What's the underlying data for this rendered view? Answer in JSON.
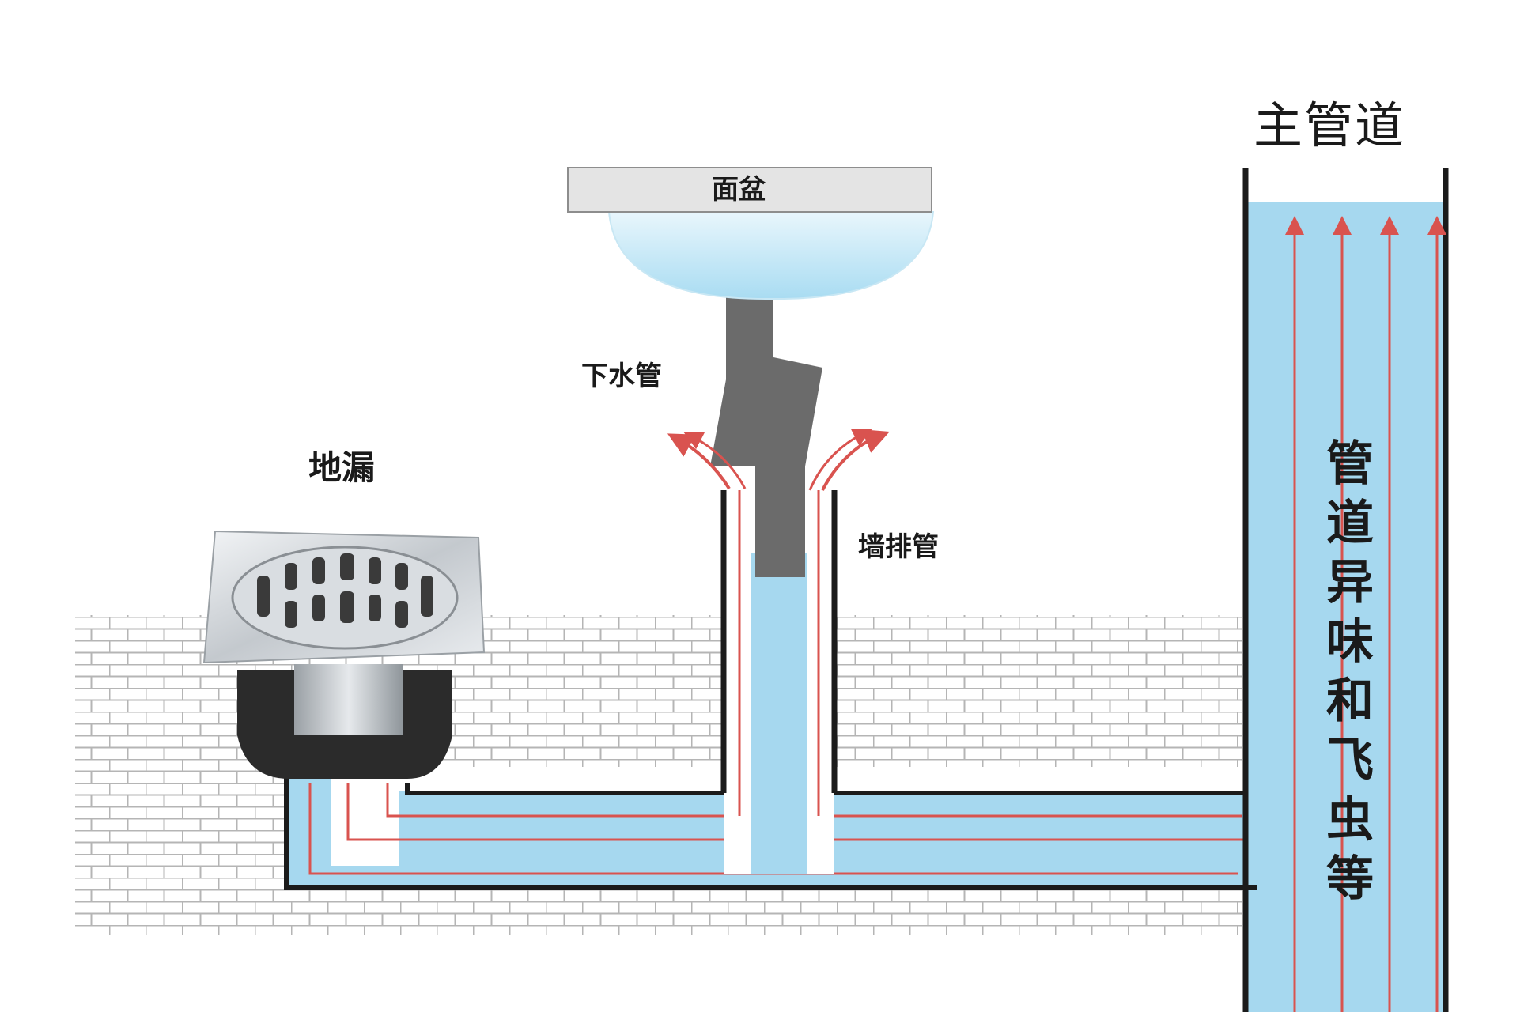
{
  "labels": {
    "main_pipe": "主管道",
    "basin": "面盆",
    "drain_pipe": "下水管",
    "floor_drain": "地漏",
    "wall_pipe": "墙排管",
    "odor_insects": "管道异味和飞虫等"
  },
  "colors": {
    "water": "#a6d8ef",
    "pipe_wall": "#1b1b1b",
    "flow_arrow": "#d9534f",
    "brick": "#b5b5b5",
    "drain_pipe": "#6b6b6b",
    "basin_counter": "#e4e4e4",
    "floor_drain_body": "#2b2b2b",
    "steel": "#c9ced3"
  },
  "icons": {
    "flow": "arrow-up-icon",
    "grate": "floor-drain-grate-icon"
  }
}
